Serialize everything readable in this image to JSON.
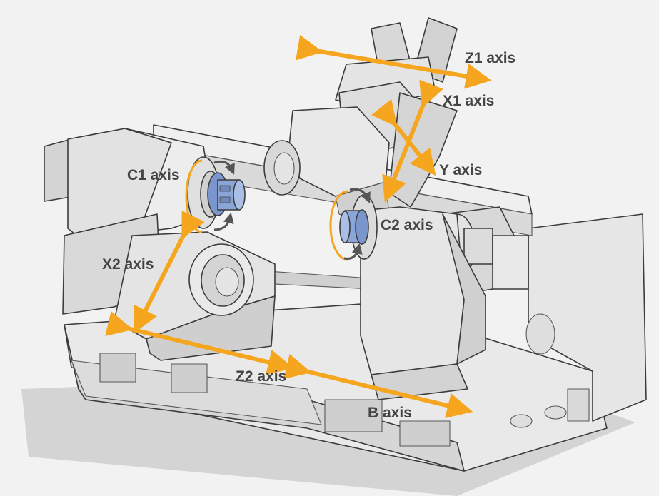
{
  "axes": {
    "z1": "Z1 axis",
    "x1": "X1 axis",
    "y": "Y axis",
    "c1": "C1 axis",
    "c2": "C2 axis",
    "x2": "X2 axis",
    "z2": "Z2 axis",
    "b": "B axis"
  },
  "colors": {
    "background": "#f2f2f2",
    "arrow": "#f5a61e",
    "machine_light": "#eeeeee",
    "machine_mid": "#d9d9d9",
    "machine_dark": "#bfbfbf",
    "chuck_blue": "#8aa5d8",
    "label_text": "#444444",
    "rotation_arrow": "#555555"
  }
}
